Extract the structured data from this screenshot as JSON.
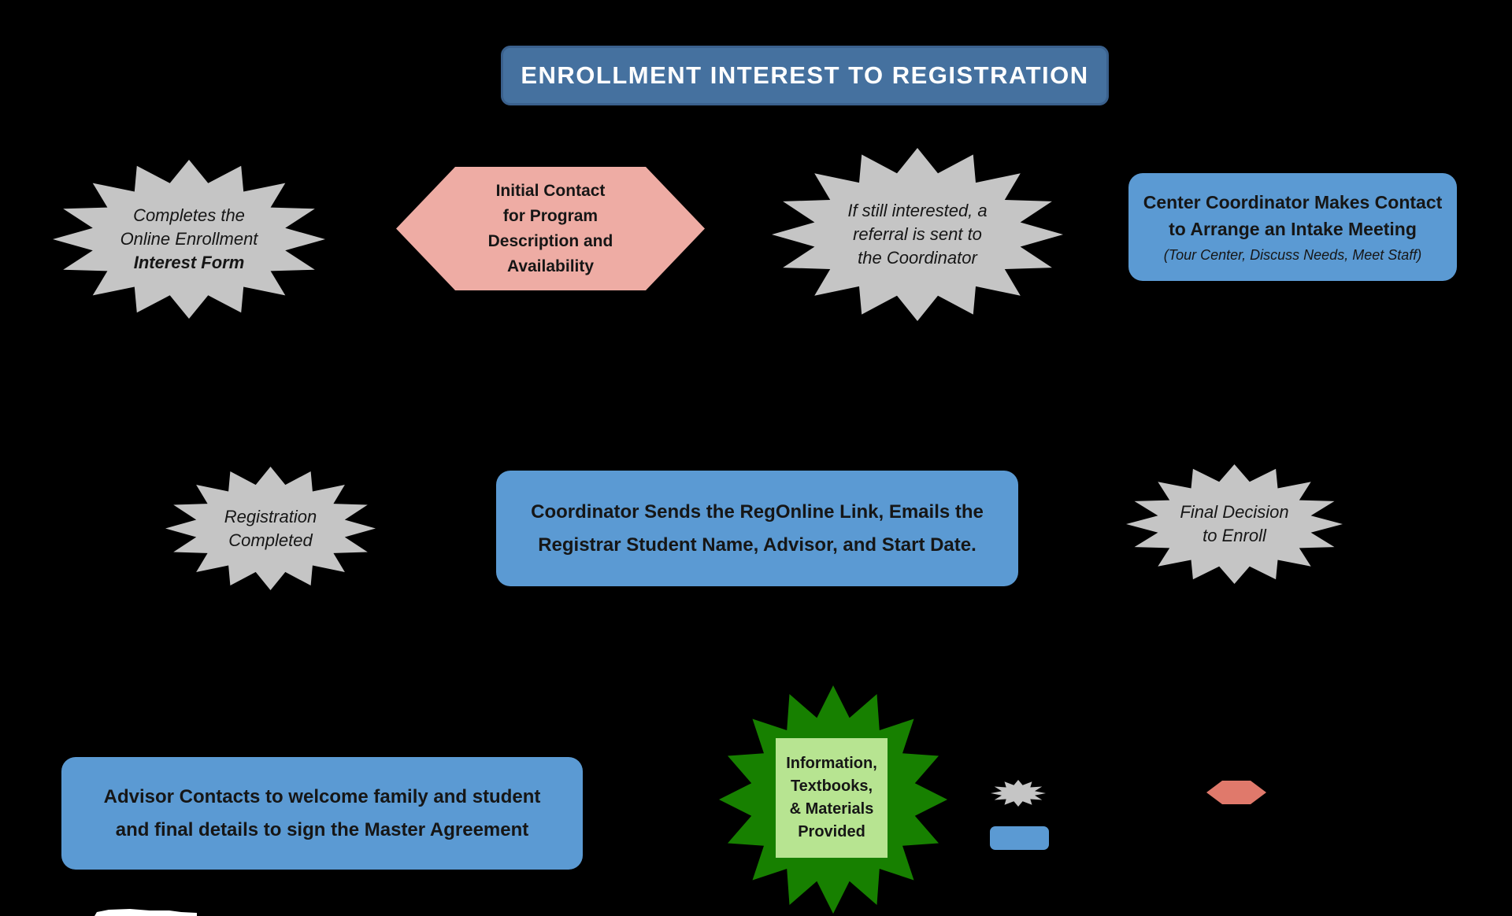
{
  "title": {
    "text": "ENROLLMENT INTEREST TO REGISTRATION"
  },
  "colors": {
    "background": "#000000",
    "title_bar": "#45719f",
    "process_box_blue": "#5b9ad3",
    "starburst_gray": "#c5c5c5",
    "hexagon_pink": "#eeaca4",
    "legend_hexagon_salmon": "#e0796b",
    "starburst_green": "#178000",
    "materials_square_green": "#b7e491",
    "text": "#161616",
    "title_text": "#ffffff"
  },
  "nodes": {
    "interest_form": {
      "line1": "Completes the",
      "line2": "Online Enrollment",
      "line3": "Interest Form"
    },
    "initial_contact": {
      "line1": "Initial Contact",
      "line2": "for Program",
      "line3": "Description and",
      "line4": "Availability"
    },
    "referral": {
      "line1": "If still interested, a",
      "line2": "referral is sent to",
      "line3": "the Coordinator"
    },
    "intake_meeting": {
      "line1": "Center Coordinator Makes Contact",
      "line2": "to Arrange an Intake Meeting",
      "note": "(Tour Center, Discuss Needs, Meet Staff)"
    },
    "registration_completed": {
      "line1": "Registration",
      "line2": "Completed"
    },
    "regonline": {
      "line1": "Coordinator Sends the RegOnline Link, Emails the",
      "line2": "Registrar Student Name, Advisor, and Start Date."
    },
    "final_decision": {
      "line1": "Final Decision",
      "line2": "to Enroll"
    },
    "advisor_welcome": {
      "line1": "Advisor Contacts to welcome family and student",
      "line2": "and final details to sign the Master Agreement"
    },
    "materials_provided": {
      "line1": "Information,",
      "line2": "Textbooks,",
      "line3": "& Materials",
      "line4": "Provided"
    }
  },
  "legend": {
    "starburst_icon": "starburst-shape",
    "rectangle_icon": "rounded-rectangle-shape",
    "hexagon_icon": "hexagon-shape"
  }
}
